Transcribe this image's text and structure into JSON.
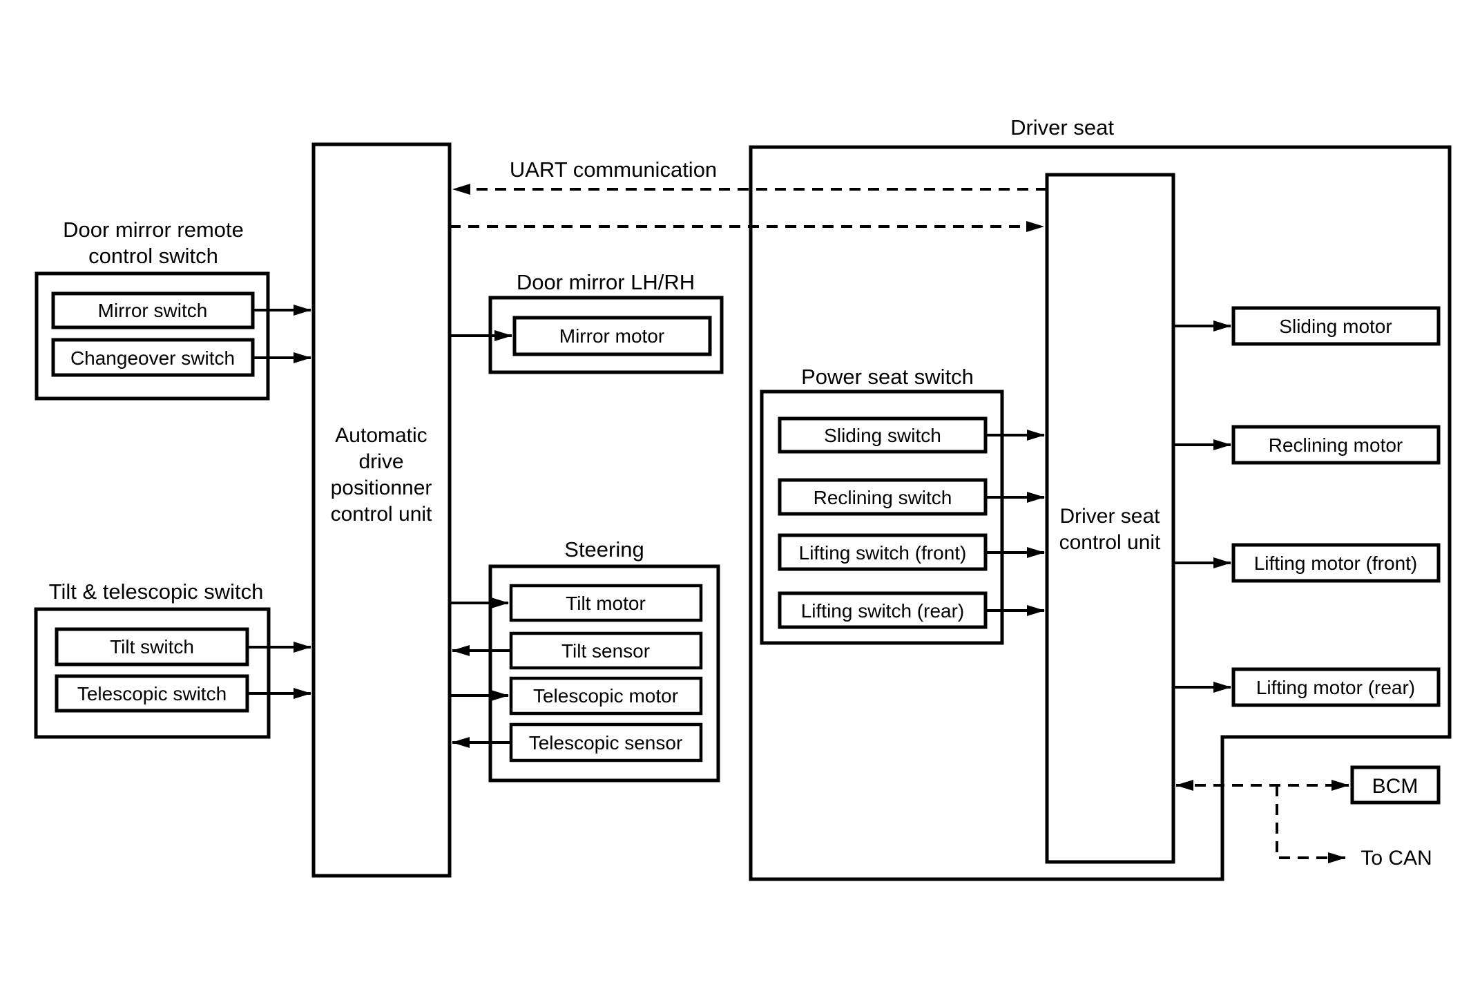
{
  "door_mirror_group": {
    "title_line1": "Door mirror remote",
    "title_line2": "control switch",
    "mirror_switch": "Mirror switch",
    "changeover_switch": "Changeover switch"
  },
  "tilt_group": {
    "title": "Tilt & telescopic switch",
    "tilt_switch": "Tilt switch",
    "telescopic_switch": "Telescopic switch"
  },
  "adp_unit": {
    "line1": "Automatic",
    "line2": "drive",
    "line3": "positionner",
    "line4": "control unit"
  },
  "uart": {
    "label": "UART communication"
  },
  "door_mirror_lhrh": {
    "title": "Door mirror LH/RH",
    "mirror_motor": "Mirror motor"
  },
  "steering": {
    "title": "Steering",
    "tilt_motor": "Tilt motor",
    "tilt_sensor": "Tilt sensor",
    "telescopic_motor": "Telescopic motor",
    "telescopic_sensor": "Telescopic sensor"
  },
  "driver_seat": {
    "title": "Driver seat",
    "power_seat": {
      "title": "Power seat switch",
      "sliding_switch": "Sliding switch",
      "reclining_switch": "Reclining switch",
      "lifting_switch_front": "Lifting switch (front)",
      "lifting_switch_rear": "Lifting switch (rear)"
    },
    "control_unit": {
      "line1": "Driver seat",
      "line2": "control unit"
    },
    "motors": {
      "sliding": "Sliding motor",
      "reclining": "Reclining motor",
      "lifting_front": "Lifting motor (front)",
      "lifting_rear": "Lifting motor (rear)"
    }
  },
  "external": {
    "bcm": "BCM",
    "to_can": "To CAN"
  },
  "colors": {
    "line": "#000000",
    "background": "#ffffff"
  }
}
